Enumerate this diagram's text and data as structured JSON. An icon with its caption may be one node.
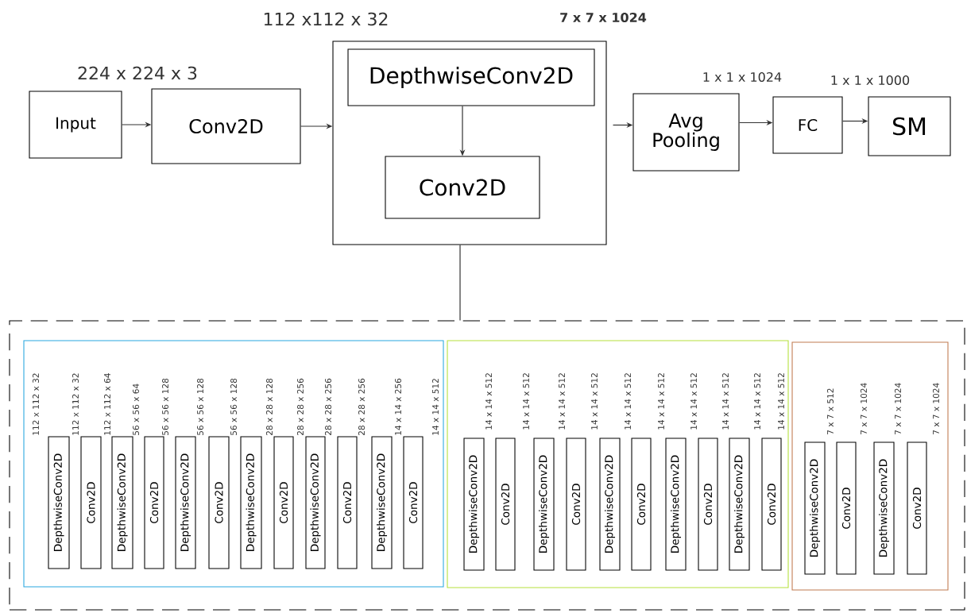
{
  "diagram": {
    "nodes": [
      {
        "text": [
          "Input"
        ]
      },
      {
        "text": [
          "Conv2D"
        ]
      },
      {
        "text": [],
        "shape": "box"
      },
      {
        "text": [
          "DepthwiseConv2D"
        ],
        "in": 2
      },
      {
        "text": [
          "Conv2D"
        ],
        "in": 2
      },
      {
        "text": [
          "Avg Pooling"
        ]
      },
      {
        "text": [
          "FC"
        ]
      },
      {
        "text": [
          "SM"
        ]
      },
      {
        "text": [],
        "shape": "box"
      },
      {
        "text": [],
        "shape": "box",
        "in": 8
      },
      {
        "text": [
          "DepthwiseConv2D"
        ],
        "in": 9
      },
      {
        "text": [
          "Conv2D"
        ],
        "in": 9
      },
      {
        "text": [
          "DepthwiseConv2D"
        ],
        "in": 9
      },
      {
        "text": [
          "Conv2D"
        ],
        "in": 9
      },
      {
        "text": [
          "DepthwiseConv2D"
        ],
        "in": 9
      },
      {
        "text": [
          "Conv2D"
        ],
        "in": 9
      },
      {
        "text": [
          "DepthwiseConv2D"
        ],
        "in": 9
      },
      {
        "text": [
          "Conv2D"
        ],
        "in": 9
      },
      {
        "text": [
          "DepthwiseConv2D"
        ],
        "in": 9
      },
      {
        "text": [
          "Conv2D"
        ],
        "in": 9
      },
      {
        "text": [
          "DepthwiseConv2D"
        ],
        "in": 9
      },
      {
        "text": [
          "Conv2D"
        ],
        "in": 9
      },
      {
        "text": [],
        "shape": "box",
        "in": 8
      },
      {
        "text": [
          "DepthwiseConv2D"
        ],
        "in": 22
      },
      {
        "text": [
          "Conv2D"
        ],
        "in": 22
      },
      {
        "text": [
          "DepthwiseConv2D"
        ],
        "in": 22
      },
      {
        "text": [
          "Conv2D"
        ],
        "in": 22
      },
      {
        "text": [
          "DepthwiseConv2D"
        ],
        "in": 22
      },
      {
        "text": [
          "Conv2D"
        ],
        "in": 22
      },
      {
        "text": [
          "DepthwiseConv2D"
        ],
        "in": 22
      },
      {
        "text": [
          "Conv2D"
        ],
        "in": 22
      },
      {
        "text": [
          "DepthwiseConv2D"
        ],
        "in": 22
      },
      {
        "text": [
          "Conv2D"
        ],
        "in": 22
      },
      {
        "text": [],
        "shape": "box",
        "in": 8
      },
      {
        "text": [
          "DepthwiseConv2D"
        ],
        "in": 33
      },
      {
        "text": [
          "Conv2D"
        ],
        "in": 33
      },
      {
        "text": [
          "DepthwiseConv2D"
        ],
        "in": 33
      },
      {
        "text": [
          "Conv2D"
        ],
        "in": 33
      }
    ],
    "edges": [
      {
        "from": 0,
        "to": 1,
        "arrow": "to"
      },
      {
        "from": 1,
        "to": 2,
        "arrow": "to"
      },
      {
        "from": 3,
        "to": 4,
        "arrow": "to"
      },
      {
        "from": 2,
        "to": 5,
        "arrow": "to"
      },
      {
        "from": 5,
        "to": 6,
        "arrow": "to"
      },
      {
        "from": 6,
        "to": 7,
        "arrow": "to"
      },
      {
        "from": 2,
        "to": 8,
        "arrow": "none"
      }
    ],
    "labels": [
      "224 x 224 x 3",
      "112 x112 x 32",
      "7 x 7 x 1024",
      "1 x 1 x 1024",
      "1 x 1 x 1000",
      "112 x 112 x 32",
      "112 x 112 x 32",
      "112 x 112 x 64",
      "56 x 56 x 64",
      "56 x 56 x 128",
      "56 x 56 x 128",
      "56 x 56 x 128",
      "28 x 28 x 128",
      "28 x 28 x 256",
      "28 x 28 x 256",
      "28 x 28 x 256",
      "14 x 14 x 256",
      "14 x 14 x 512",
      "14 x 14 x 512",
      "14 x 14 x 512",
      "14 x 14 x 512",
      "14 x 14 x 512",
      "14 x 14 x 512",
      "14 x 14 x 512",
      "14 x 14 x 512",
      "14 x 14 x 512",
      "14 x 14 x 512",
      "14 x 14 x 512",
      "7 x 7 x 512",
      "7 x 7 x 1024",
      "7 x 7 x 1024",
      "7 x 7 x 1024"
    ]
  }
}
